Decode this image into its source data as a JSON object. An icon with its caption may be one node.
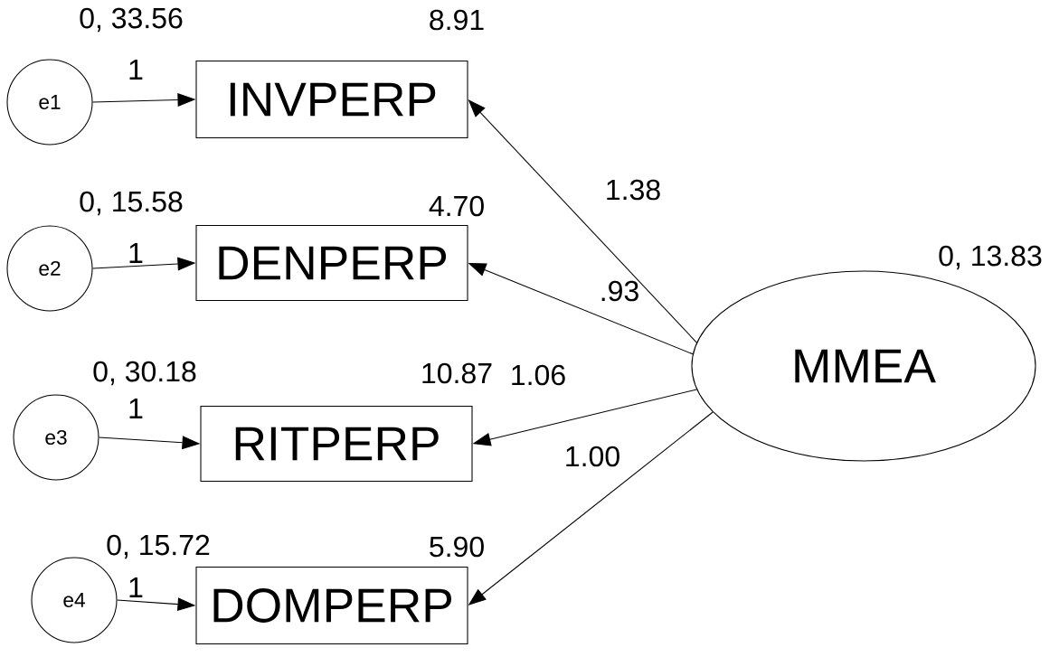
{
  "diagram": {
    "nodes": [
      {
        "text": [
          "e1"
        ],
        "beside": [
          "0, 33.56"
        ]
      },
      {
        "text": [
          "INVPERP"
        ],
        "beside": [
          "8.91"
        ]
      },
      {
        "text": [
          "e2"
        ],
        "beside": [
          "0, 15.58"
        ]
      },
      {
        "text": [
          "DENPERP"
        ],
        "beside": [
          "4.70"
        ]
      },
      {
        "text": [
          "e3"
        ],
        "beside": [
          "0, 30.18"
        ]
      },
      {
        "text": [
          "RITPERP"
        ],
        "beside": [
          "10.87"
        ]
      },
      {
        "text": [
          "e4"
        ],
        "beside": [
          "0, 15.72"
        ]
      },
      {
        "text": [
          "DOMPERP"
        ],
        "beside": [
          "5.90"
        ]
      },
      {
        "text": [
          "MMEA"
        ],
        "beside": [
          "0, 13.83"
        ]
      }
    ],
    "edges": [
      {
        "from": 0,
        "to": 1,
        "arrow": "to",
        "label": "1"
      },
      {
        "from": 2,
        "to": 3,
        "arrow": "to",
        "label": "1"
      },
      {
        "from": 4,
        "to": 5,
        "arrow": "to",
        "label": "1"
      },
      {
        "from": 6,
        "to": 7,
        "arrow": "to",
        "label": "1"
      },
      {
        "from": 8,
        "to": 1,
        "arrow": "to",
        "label": "1.38"
      },
      {
        "from": 8,
        "to": 3,
        "arrow": "to",
        "label": ".93"
      },
      {
        "from": 8,
        "to": 5,
        "arrow": "to",
        "label": "1.06"
      },
      {
        "from": 8,
        "to": 7,
        "arrow": "to",
        "label": "1.00"
      }
    ]
  }
}
